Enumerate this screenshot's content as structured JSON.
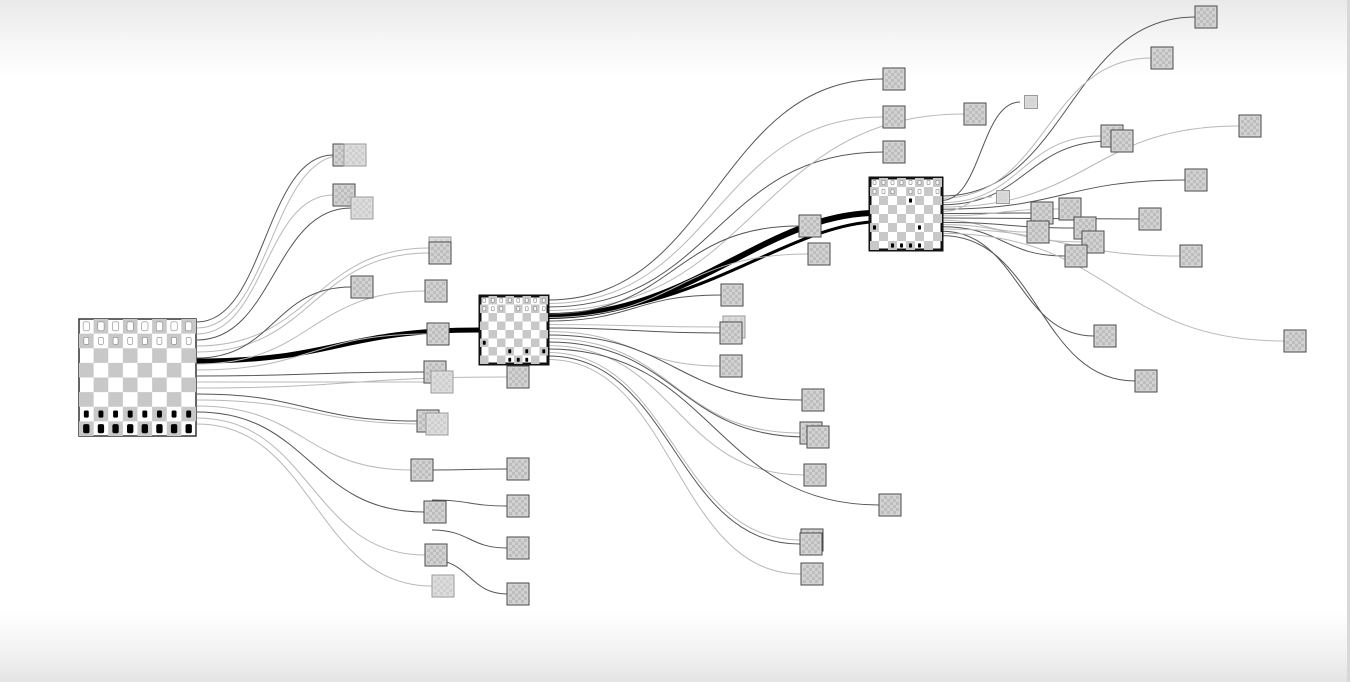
{
  "diagram": {
    "type": "chess-opening-move-tree",
    "colors": {
      "background": "#ffffff",
      "main_line": "#000000",
      "edge_dark": "#555555",
      "edge_light": "#b8b8b8",
      "thumbnail_fill": "#d2d2d2",
      "thumbnail_border": "#4a4a4a",
      "board_light": "#ffffff",
      "board_dark": "#c8c8c8"
    },
    "root": {
      "name": "starting-position",
      "icon": "chessboard-icon",
      "branch_count": 24
    },
    "levels": [
      {
        "name": "after-first-move",
        "icon": "chessboard-icon",
        "branch_count": 26,
        "main_line": true
      },
      {
        "name": "after-second-move",
        "icon": "chessboard-icon",
        "branch_count": 24,
        "main_line": true
      }
    ]
  }
}
